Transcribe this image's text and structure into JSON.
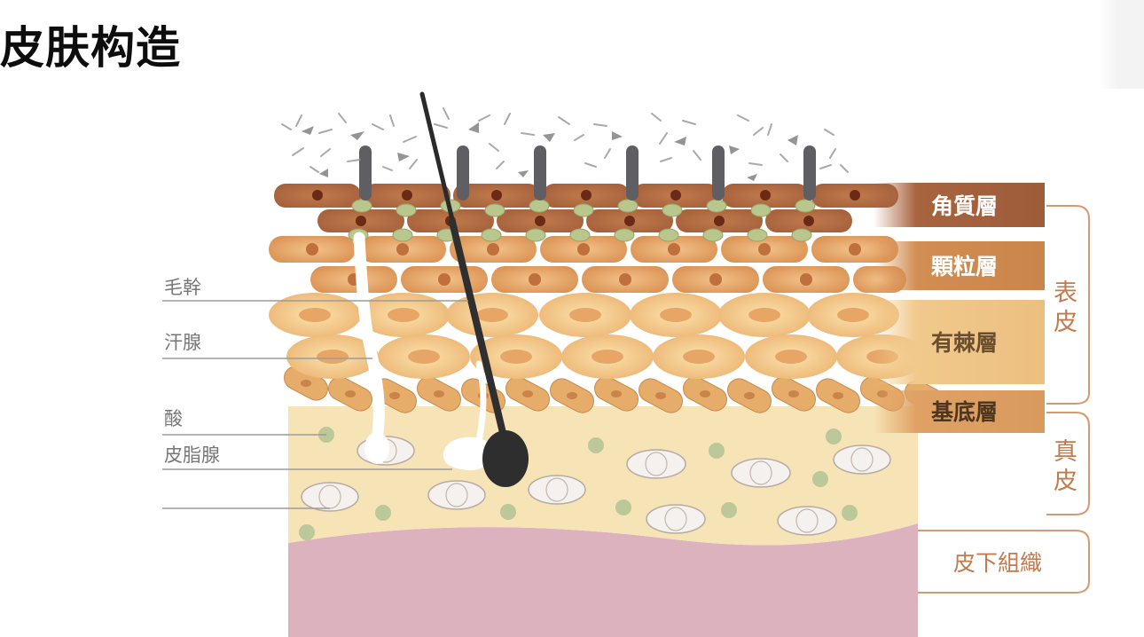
{
  "title": "皮肤构造",
  "left_labels": [
    "毛幹",
    "汗腺",
    "酸",
    "皮脂腺"
  ],
  "layers": {
    "corneum": "角質層",
    "granular": "顆粒層",
    "spinous": "有棘層",
    "basal": "基底層"
  },
  "groups": {
    "epidermis": "表皮",
    "dermis": "真皮",
    "subcutaneous": "皮下組織"
  },
  "colors": {
    "corneum": "#a8643f",
    "granular": "#dc9a5c",
    "spinous": "#eab872",
    "basal": "#e6ac6a",
    "dermis": "#f6e3b4",
    "subcutaneous": "#dbb2bd",
    "hair": "#2a2a2a",
    "label_accent": "#c27a4e"
  }
}
